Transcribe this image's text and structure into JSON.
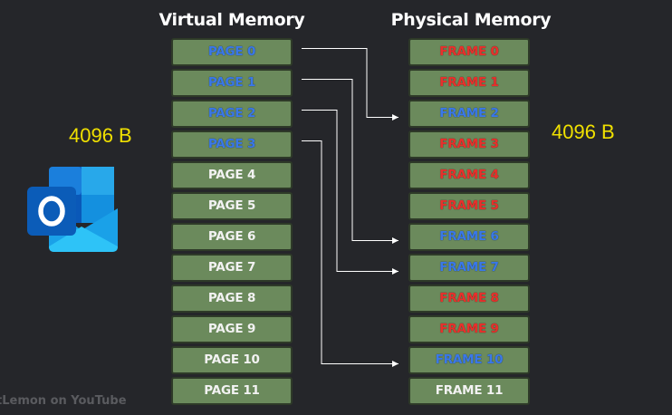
{
  "virtual_title": "Virtual Memory",
  "physical_title": "Physical Memory",
  "size_left": "4096 B",
  "size_right": "4096 B",
  "watermark": "tLemon on YouTube",
  "logo_icon": "outlook-icon",
  "virtual_pages": [
    {
      "label": "PAGE 0",
      "color": "blue"
    },
    {
      "label": "PAGE 1",
      "color": "blue"
    },
    {
      "label": "PAGE 2",
      "color": "blue"
    },
    {
      "label": "PAGE 3",
      "color": "blue"
    },
    {
      "label": "PAGE 4",
      "color": "white"
    },
    {
      "label": "PAGE 5",
      "color": "white"
    },
    {
      "label": "PAGE 6",
      "color": "white"
    },
    {
      "label": "PAGE 7",
      "color": "white"
    },
    {
      "label": "PAGE 8",
      "color": "white"
    },
    {
      "label": "PAGE 9",
      "color": "white"
    },
    {
      "label": "PAGE 10",
      "color": "white"
    },
    {
      "label": "PAGE 11",
      "color": "white"
    }
  ],
  "physical_frames": [
    {
      "label": "FRAME 0",
      "color": "red"
    },
    {
      "label": "FRAME 1",
      "color": "red"
    },
    {
      "label": "FRAME 2",
      "color": "blue"
    },
    {
      "label": "FRAME 3",
      "color": "red"
    },
    {
      "label": "FRAME 4",
      "color": "red"
    },
    {
      "label": "FRAME 5",
      "color": "red"
    },
    {
      "label": "FRAME 6",
      "color": "blue"
    },
    {
      "label": "FRAME 7",
      "color": "blue"
    },
    {
      "label": "FRAME 8",
      "color": "red"
    },
    {
      "label": "FRAME 9",
      "color": "red"
    },
    {
      "label": "FRAME 10",
      "color": "blue"
    },
    {
      "label": "FRAME 11",
      "color": "white"
    }
  ],
  "mappings": [
    {
      "page": 0,
      "frame": 2
    },
    {
      "page": 1,
      "frame": 6
    },
    {
      "page": 2,
      "frame": 7
    },
    {
      "page": 3,
      "frame": 10
    }
  ],
  "colors": {
    "background": "#25262a",
    "cell_fill": "#6b8a5c",
    "blue_text": "#3a78e8",
    "red_text": "#e8302c",
    "size_text": "#f0e000"
  }
}
